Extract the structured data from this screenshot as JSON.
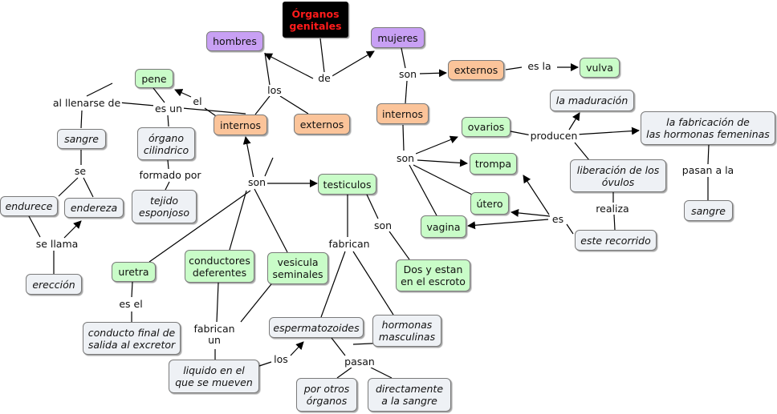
{
  "title": "Órganos\ngenitales",
  "nodes": {
    "hombres": "hombres",
    "mujeres": "mujeres",
    "pene": "pene",
    "internos_h": "internos",
    "externos_h": "externos",
    "sangre_1": "sangre",
    "organo": "órgano\ncilindrico",
    "tejido": "tejido\nesponjoso",
    "endurece": "endurece",
    "endereza": "endereza",
    "ereccion": "erección",
    "testiculos": "testiculos",
    "uretra": "uretra",
    "conductores": "conductores\ndeferentes",
    "vesicula": "vesicula\nseminales",
    "conducto": "conducto final de\nsalida al excretor",
    "dos": "Dos y estan\nen el escroto",
    "espermatozoides": "espermatozoides",
    "hormonas_m": "hormonas\nmasculinas",
    "liquido": "liquido en el\nque se mueven",
    "otros": "por otros\nórganos",
    "directamente": "directamente\na la sangre",
    "externos_m": "externos",
    "vulva": "vulva",
    "internos_m": "internos",
    "ovarios": "ovarios",
    "trompa": "trompa",
    "utero": "útero",
    "vagina": "vagina",
    "maduracion": "la maduración",
    "fabricacion": "la fabricación de\nlas hormonas femeninas",
    "liberacion": "liberación de los\nóvulos",
    "recorrido": "este recorrido",
    "sangre_2": "sangre"
  },
  "links": {
    "de": "de",
    "los": "los",
    "el": "el",
    "son_h": "son",
    "al_llenarse": "al llenarse de",
    "es_un": "es un",
    "formado_por": "formado por",
    "se": "se",
    "se_llama": "se llama",
    "es_el": "es el",
    "fabrican_un": "fabrican\nun",
    "los_2": "los",
    "fabrican": "fabrican",
    "son_t": "son",
    "pasan": "pasan",
    "son_m": "son",
    "es_la": "es la",
    "son_i": "son",
    "producen": "producen",
    "realiza": "realiza",
    "es": "es",
    "pasan_a_la": "pasan a la"
  }
}
